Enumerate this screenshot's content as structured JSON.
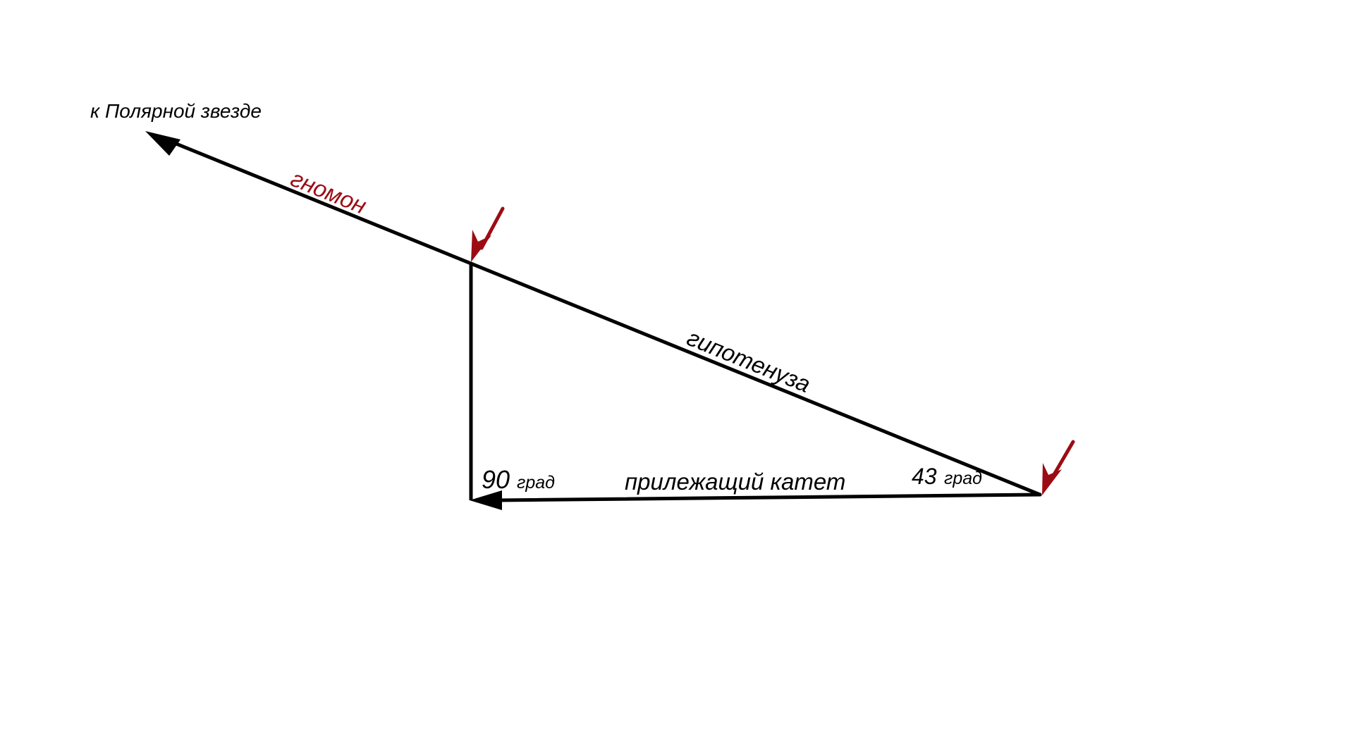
{
  "labels": {
    "polaris": "к Полярной звезде",
    "gnomon": "гномон",
    "hypotenuse": "гипотенуза",
    "adjacent_leg": "прилежащий катет",
    "angle_right_value": "90",
    "angle_right_unit": "град",
    "angle_latitude_value": "43",
    "angle_latitude_unit": "град"
  },
  "colors": {
    "line": "#000000",
    "accent": "#9b0c14"
  }
}
